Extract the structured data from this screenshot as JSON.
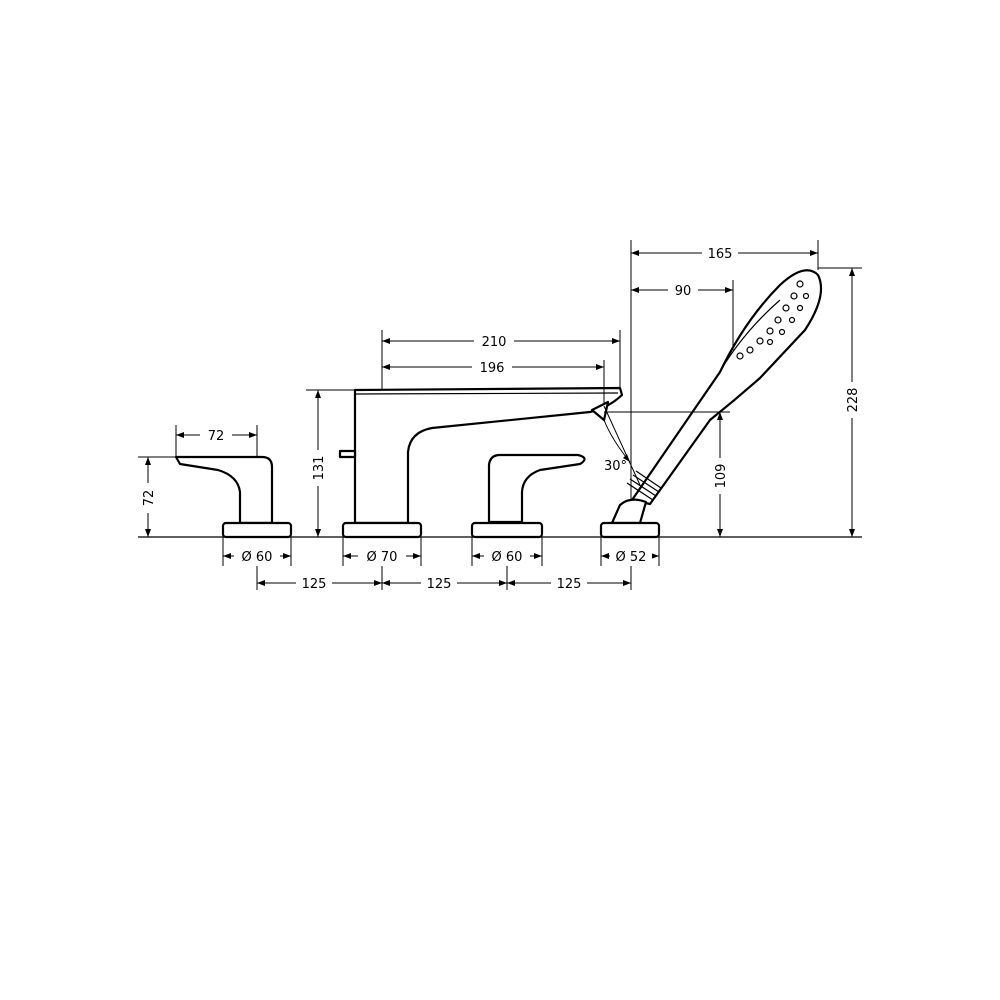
{
  "dimensions": {
    "handle_left_width": "72",
    "handle_left_height": "72",
    "base_left_diameter": "Ø 60",
    "spout_height": "131",
    "spout_base_diameter": "Ø 70",
    "spout_length_outer": "210",
    "spout_length_inner": "196",
    "base_right_diameter": "Ø 60",
    "shower_angle": "30°",
    "shower_outlet_height": "109",
    "shower_base_diameter": "Ø 52",
    "shower_total_reach": "165",
    "shower_head_offset": "90",
    "shower_total_height": "228",
    "spacing_1": "125",
    "spacing_2": "125",
    "spacing_3": "125"
  },
  "colors": {
    "line": "#000000",
    "background": "#ffffff"
  }
}
